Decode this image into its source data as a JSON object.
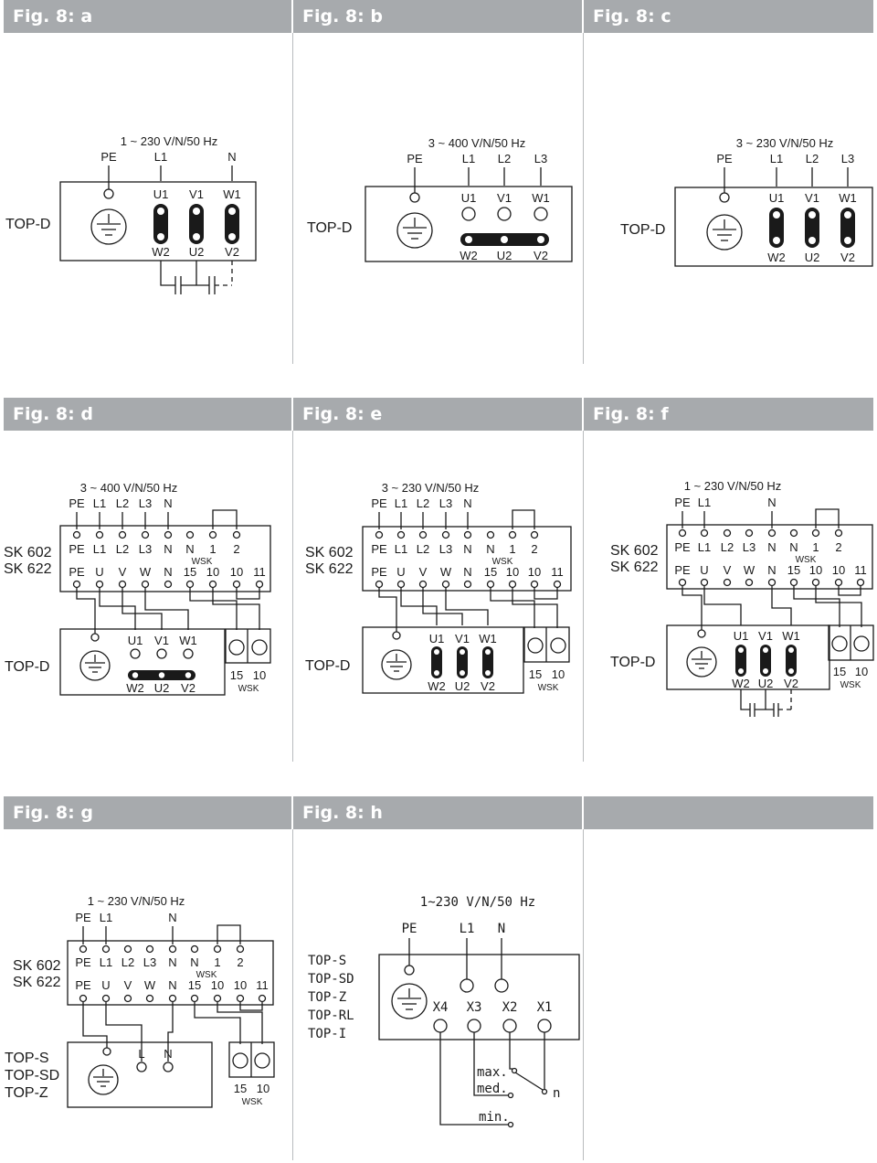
{
  "panels": {
    "a": {
      "title": "Fig. 8: a",
      "supply": "1 ~ 230 V/N/50 Hz",
      "terminals": [
        "PE",
        "L1",
        "N"
      ],
      "motor_label": "TOP-D",
      "top_row": [
        "U1",
        "V1",
        "W1"
      ],
      "bottom_row": [
        "W2",
        "U2",
        "V2"
      ]
    },
    "b": {
      "title": "Fig. 8: b",
      "supply": "3 ~ 400 V/N/50 Hz",
      "terminals": [
        "PE",
        "L1",
        "L2",
        "L3"
      ],
      "motor_label": "TOP-D",
      "top_row": [
        "U1",
        "V1",
        "W1"
      ],
      "bottom_row": [
        "W2",
        "U2",
        "V2"
      ]
    },
    "c": {
      "title": "Fig. 8: c",
      "supply": "3 ~ 230 V/N/50 Hz",
      "terminals": [
        "PE",
        "L1",
        "L2",
        "L3"
      ],
      "motor_label": "TOP-D",
      "top_row": [
        "U1",
        "V1",
        "W1"
      ],
      "bottom_row": [
        "W2",
        "U2",
        "V2"
      ]
    },
    "d": {
      "title": "Fig. 8: d",
      "supply": "3 ~ 400 V/N/50 Hz",
      "terminals": [
        "PE",
        "L1",
        "L2",
        "L3",
        "N"
      ],
      "device": [
        "SK 602",
        "SK 622"
      ],
      "box_top": [
        "PE",
        "L1",
        "L2",
        "L3",
        "N",
        "N",
        "1",
        "2"
      ],
      "box_bottom": [
        "PE",
        "U",
        "V",
        "W",
        "N",
        "15",
        "10",
        "10",
        "11"
      ],
      "wsk": "WSK",
      "motor_label": "TOP-D",
      "top_row": [
        "U1",
        "V1",
        "W1"
      ],
      "bottom_row": [
        "W2",
        "U2",
        "V2"
      ],
      "wsk_terms": [
        "15",
        "10"
      ]
    },
    "e": {
      "title": "Fig. 8: e",
      "supply": "3 ~ 230 V/N/50 Hz",
      "terminals": [
        "PE",
        "L1",
        "L2",
        "L3",
        "N"
      ],
      "device": [
        "SK 602",
        "SK 622"
      ],
      "box_top": [
        "PE",
        "L1",
        "L2",
        "L3",
        "N",
        "N",
        "1",
        "2"
      ],
      "box_bottom": [
        "PE",
        "U",
        "V",
        "W",
        "N",
        "15",
        "10",
        "10",
        "11"
      ],
      "wsk": "WSK",
      "motor_label": "TOP-D",
      "top_row": [
        "U1",
        "V1",
        "W1"
      ],
      "bottom_row": [
        "W2",
        "U2",
        "V2"
      ],
      "wsk_terms": [
        "15",
        "10"
      ]
    },
    "f": {
      "title": "Fig. 8: f",
      "supply": "1 ~ 230 V/N/50 Hz",
      "terminals": [
        "PE",
        "L1",
        "N"
      ],
      "device": [
        "SK 602",
        "SK 622"
      ],
      "box_top": [
        "PE",
        "L1",
        "L2",
        "L3",
        "N",
        "N",
        "1",
        "2"
      ],
      "box_bottom": [
        "PE",
        "U",
        "V",
        "W",
        "N",
        "15",
        "10",
        "10",
        "11"
      ],
      "wsk": "WSK",
      "motor_label": "TOP-D",
      "top_row": [
        "U1",
        "V1",
        "W1"
      ],
      "bottom_row": [
        "W2",
        "U2",
        "V2"
      ],
      "wsk_terms": [
        "15",
        "10"
      ]
    },
    "g": {
      "title": "Fig. 8: g",
      "supply": "1 ~ 230 V/N/50 Hz",
      "terminals": [
        "PE",
        "L1",
        "N"
      ],
      "device": [
        "SK 602",
        "SK 622"
      ],
      "box_top": [
        "PE",
        "L1",
        "L2",
        "L3",
        "N",
        "N",
        "1",
        "2"
      ],
      "box_bottom": [
        "PE",
        "U",
        "V",
        "W",
        "N",
        "15",
        "10",
        "10",
        "11"
      ],
      "wsk": "WSK",
      "motor_labels": [
        "TOP-S",
        "TOP-SD",
        "TOP-Z"
      ],
      "motor_terms": [
        "L",
        "N"
      ],
      "wsk_terms": [
        "15",
        "10"
      ]
    },
    "h": {
      "title": "Fig. 8: h",
      "supply": "1~230 V/N/50 Hz",
      "terminals": [
        "PE",
        "L1",
        "N"
      ],
      "motor_labels": [
        "TOP-S",
        "TOP-SD",
        "TOP-Z",
        "TOP-RL",
        "TOP-I"
      ],
      "x_terms": [
        "X4",
        "X3",
        "X2",
        "X1"
      ],
      "speeds": [
        "max.",
        "med.",
        "min."
      ],
      "n_label": "n"
    },
    "i": {
      "title": ""
    }
  }
}
